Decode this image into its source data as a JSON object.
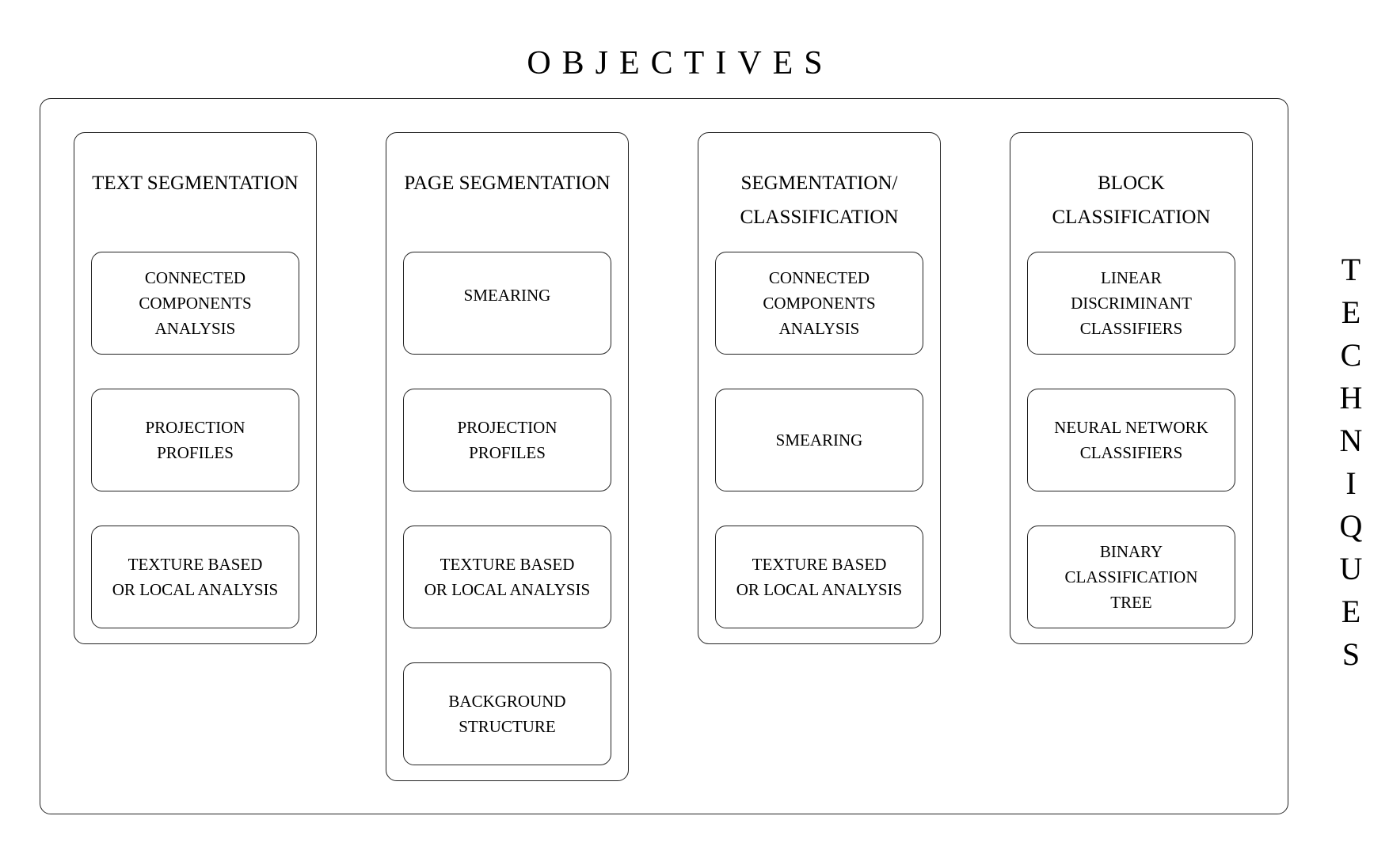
{
  "title": "OBJECTIVES",
  "side_label": [
    "T",
    "E",
    "C",
    "H",
    "N",
    "I",
    "Q",
    "U",
    "E",
    "S"
  ],
  "columns": [
    {
      "title": "TEXT SEGMENTATION",
      "techniques": [
        "CONNECTED\nCOMPONENTS\nANALYSIS",
        "PROJECTION\nPROFILES",
        "TEXTURE BASED\nOR LOCAL ANALYSIS"
      ]
    },
    {
      "title": "PAGE SEGMENTATION",
      "techniques": [
        "SMEARING",
        "PROJECTION\nPROFILES",
        "TEXTURE BASED\nOR LOCAL ANALYSIS",
        "BACKGROUND\nSTRUCTURE"
      ]
    },
    {
      "title": "SEGMENTATION/\nCLASSIFICATION",
      "techniques": [
        "CONNECTED\nCOMPONENTS\nANALYSIS",
        "SMEARING",
        "TEXTURE BASED\nOR LOCAL ANALYSIS"
      ]
    },
    {
      "title": "BLOCK\nCLASSIFICATION",
      "techniques": [
        "LINEAR\nDISCRIMINANT\nCLASSIFIERS",
        "NEURAL NETWORK\nCLASSIFIERS",
        "BINARY\nCLASSIFICATION\nTREE"
      ]
    }
  ]
}
